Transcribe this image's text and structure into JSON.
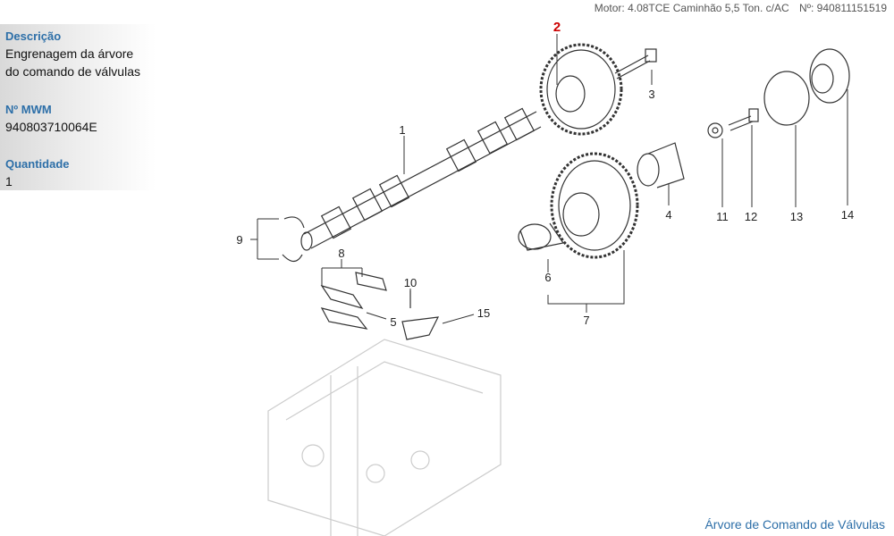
{
  "header": {
    "motor": "Motor: 4.08TCE Caminhão 5,5 Ton. c/AC",
    "number": "Nº: 940811151519"
  },
  "info": {
    "descricao_label": "Descrição",
    "descricao_line1": "Engrenagem da árvore",
    "descricao_line2": "do comando de válvulas",
    "mwm_label": "Nº MWM",
    "mwm_value": "940803710064E",
    "quantidade_label": "Quantidade",
    "quantidade_value": "1"
  },
  "callouts": [
    "1",
    "2",
    "3",
    "4",
    "5",
    "6",
    "7",
    "8",
    "9",
    "10",
    "11",
    "12",
    "13",
    "14",
    "15"
  ],
  "selected_callout": "2",
  "footer": {
    "link": "Árvore de Comando de Válvulas"
  },
  "colors": {
    "accent": "#2d6fa8",
    "selected": "#cc0000"
  }
}
